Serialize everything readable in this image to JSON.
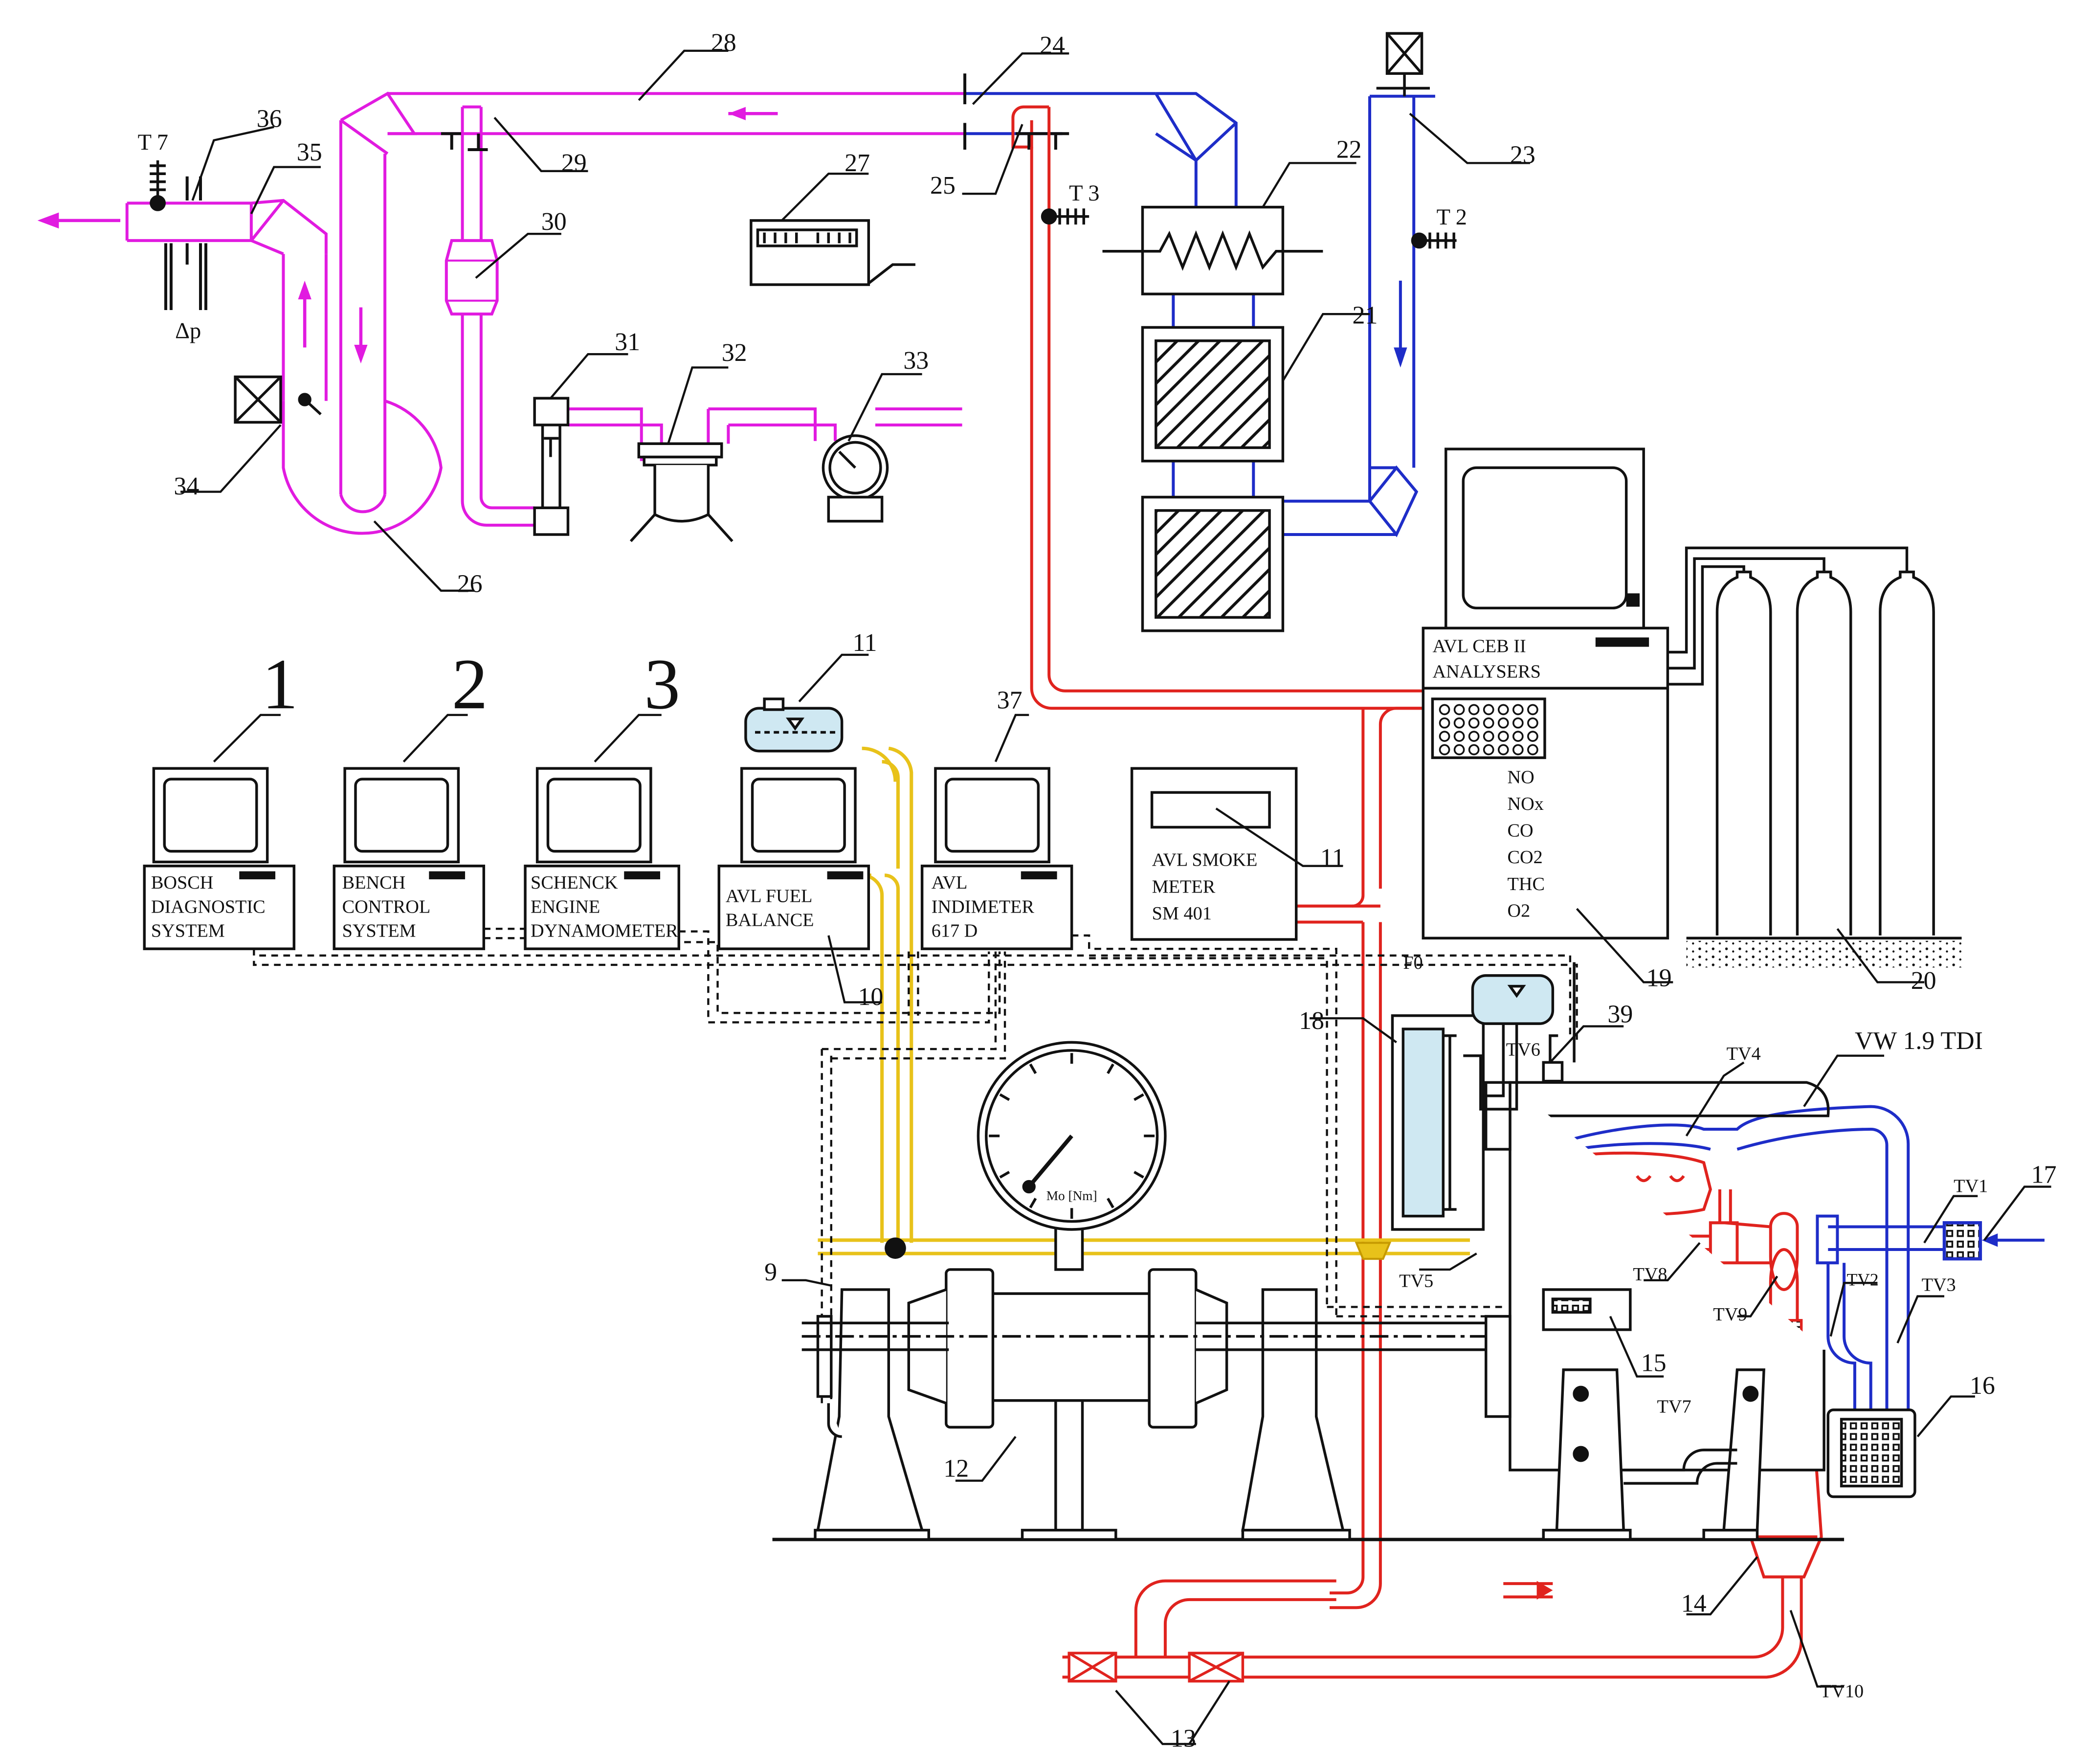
{
  "colors": {
    "intake_air": "#1e2dc8",
    "exhaust": "#e0231e",
    "dilution": "#e11be0",
    "fuel": "#e8c21a",
    "line": "#111111",
    "coolant": "#cfe8f2"
  },
  "callouts": {
    "n1": "1",
    "n2": "2",
    "n3": "3",
    "n9": "9",
    "n10": "10",
    "n11a": "11",
    "n11b": "11",
    "n12": "12",
    "n13": "13",
    "n14": "14",
    "n15": "15",
    "n16": "16",
    "n17": "17",
    "n18": "18",
    "n19": "19",
    "n20": "20",
    "n21": "21",
    "n22": "22",
    "n23": "23",
    "n24": "24",
    "n25": "25",
    "n26": "26",
    "n27": "27",
    "n28": "28",
    "n29": "29",
    "n30": "30",
    "n31": "31",
    "n32": "32",
    "n33": "33",
    "n34": "34",
    "n35": "35",
    "n36": "36",
    "n37": "37",
    "n39": "39"
  },
  "computers": {
    "bosch": [
      "BOSCH",
      "DIAGNOSTIC",
      "SYSTEM"
    ],
    "bench": [
      "BENCH",
      "CONTROL",
      "SYSTEM"
    ],
    "schenck": [
      "SCHENCK",
      "ENGINE",
      "DYNAMOMETER"
    ],
    "fuel": [
      "AVL FUEL",
      "BALANCE"
    ],
    "indimeter": [
      "AVL",
      "INDIMETER",
      "617 D"
    ]
  },
  "smoke_meter": [
    "AVL SMOKE",
    "METER",
    "SM 401"
  ],
  "analyser": {
    "title": [
      "AVL CEB II",
      "ANALYSERS"
    ],
    "gases": [
      "NO",
      "NOx",
      "CO",
      "CO2",
      "THC",
      "O2"
    ]
  },
  "engine_label": "VW 1.9 TDI",
  "gauge_label": "Mo [Nm]",
  "delta_p": "Δp",
  "temperatures": {
    "t2": "T 2",
    "t3": "T 3",
    "t7": "T 7",
    "f0": "F0",
    "tv1": "TV1",
    "tv2": "TV2",
    "tv3": "TV3",
    "tv4": "TV4",
    "tv5": "TV5",
    "tv6": "TV6",
    "tv7": "TV7",
    "tv8": "TV8",
    "tv9": "TV9",
    "tv10": "TV10"
  }
}
